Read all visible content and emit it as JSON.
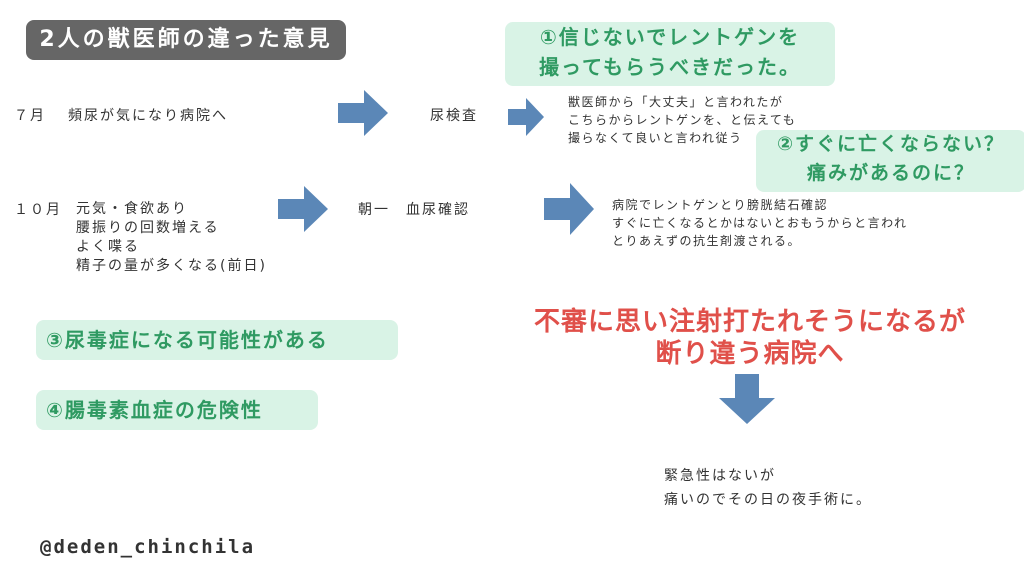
{
  "title": "2人の獣医師の違った意見",
  "callouts": {
    "c1": [
      "①信じないでレントゲンを",
      "撮ってもらうべきだった。"
    ],
    "c2": [
      "②すぐに亡くならない？",
      "痛みがあるのに？"
    ],
    "c3": "③尿毒症になる可能性がある",
    "c4": "④腸毒素血症の危険性"
  },
  "row1": {
    "month": "７月",
    "symptom": "頻尿が気になり病院へ",
    "exam": "尿検査",
    "result": [
      "獣医師から「大丈夫」と言われたが",
      "こちらからレントゲンを、と伝えても",
      "撮らなくて良いと言われ従う"
    ]
  },
  "row2": {
    "month": "１０月",
    "symptoms": [
      "元気・食欲あり",
      "腰振りの回数増える",
      "よく喋る",
      "精子の量が多くなる(前日)"
    ],
    "exam": "朝一　血尿確認",
    "result": [
      "病院でレントゲンとり膀胱結石確認",
      "すぐに亡くなるとかはないとおもうからと言われ",
      "とりあえずの抗生剤渡される。"
    ]
  },
  "decision": [
    "不審に思い注射打たれそうになるが",
    "断り違う病院へ"
  ],
  "outcome": [
    "緊急性はないが",
    "痛いのでその日の夜手術に。"
  ],
  "handle": "@deden_chinchila",
  "colors": {
    "arrow": "#5b87b7",
    "callout_bg": "#d9f3e6",
    "callout_text": "#2f9a62",
    "title_bg": "#666666",
    "decision_text": "#e0504a"
  }
}
